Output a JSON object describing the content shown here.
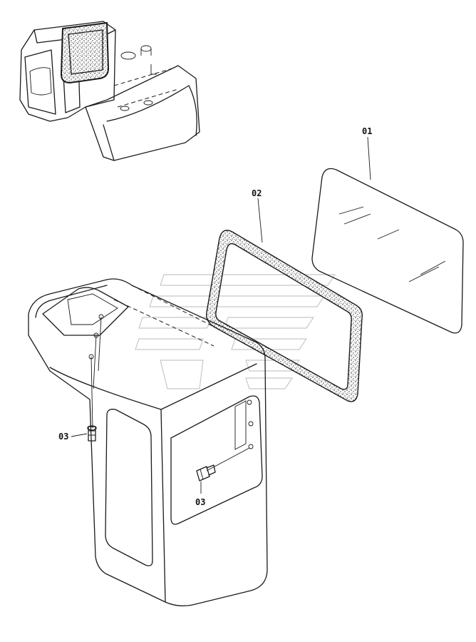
{
  "callouts": {
    "part_01": "01",
    "part_02": "02",
    "part_03_left": "03",
    "part_03_right": "03"
  },
  "colors": {
    "line": "#1a1a1a",
    "watermark": "#c8c8c8",
    "background": "#ffffff"
  }
}
